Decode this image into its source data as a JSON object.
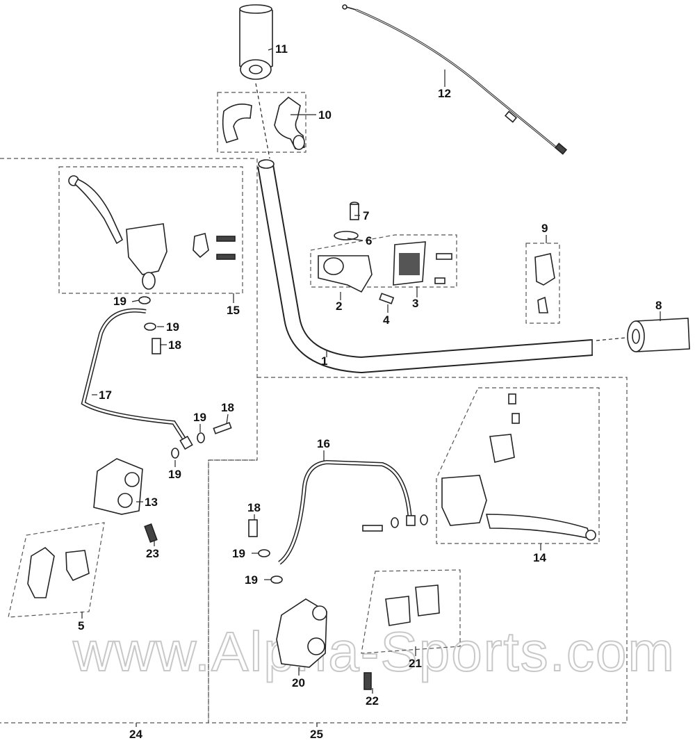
{
  "watermark": "www.Alpha-Sports.com",
  "callouts": {
    "c1": "1",
    "c2": "2",
    "c3": "3",
    "c4": "4",
    "c5": "5",
    "c6": "6",
    "c7": "7",
    "c8": "8",
    "c9": "9",
    "c10": "10",
    "c11": "11",
    "c12": "12",
    "c13": "13",
    "c14": "14",
    "c15": "15",
    "c16": "16",
    "c17": "17",
    "c18a": "18",
    "c18b": "18",
    "c18c": "18",
    "c19a": "19",
    "c19b": "19",
    "c19c": "19",
    "c19d": "19",
    "c19e": "19",
    "c19f": "19",
    "c20": "20",
    "c21": "21",
    "c22": "22",
    "c23": "23",
    "c24": "24",
    "c25": "25"
  }
}
